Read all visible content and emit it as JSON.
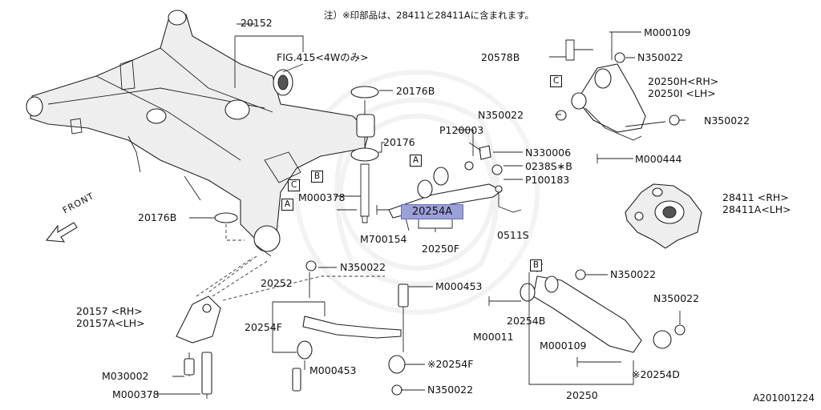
{
  "note": "注）※印部品は、28411と28411Aに含まれます。",
  "diagram_code": "A201001224",
  "front_label": "FRONT",
  "highlighted_part": "20254A",
  "box_labels": {
    "a1": "A",
    "a2": "A",
    "b1": "B",
    "b2": "B",
    "c1": "C",
    "c2": "C"
  },
  "labels": {
    "p20152": "20152",
    "fig415": "FIG.415<4Wのみ>",
    "p20176b_top": "20176B",
    "p20176": "20176",
    "p20176b_left": "20176B",
    "m000378_mid": "M000378",
    "m700154": "M700154",
    "p20250f": "20250F",
    "p120003": "P120003",
    "n330006": "N330006",
    "p0238s": "0238S∗B",
    "p100183": "P100183",
    "p0511s": "0511S",
    "m000109_top": "M000109",
    "p20578b": "20578B",
    "n350022_top": "N350022",
    "p20250h": "20250H<RH>",
    "p20250i": "20250I <LH>",
    "n350022_c": "N350022",
    "n350022_r": "N350022",
    "m000444": "M000444",
    "p28411": "28411 <RH>",
    "p28411a": "28411A<LH>",
    "n350022_mid": "N350022",
    "p20252": "20252",
    "p20157": "20157 <RH>",
    "p20157a": "20157A<LH>",
    "p20254f_left": "20254F",
    "m000453_mid": "M000453",
    "m000453_low": "M000453",
    "p20254f_star": "※20254F",
    "m030002": "M030002",
    "m000378_low": "M000378",
    "n350022_bot": "N350022",
    "n350022_b": "N350022",
    "n350022_br": "N350022",
    "p20254b": "20254B",
    "m00011": "M00011",
    "m000109_low": "M000109",
    "p20254d": "※20254D",
    "p20250": "20250"
  }
}
